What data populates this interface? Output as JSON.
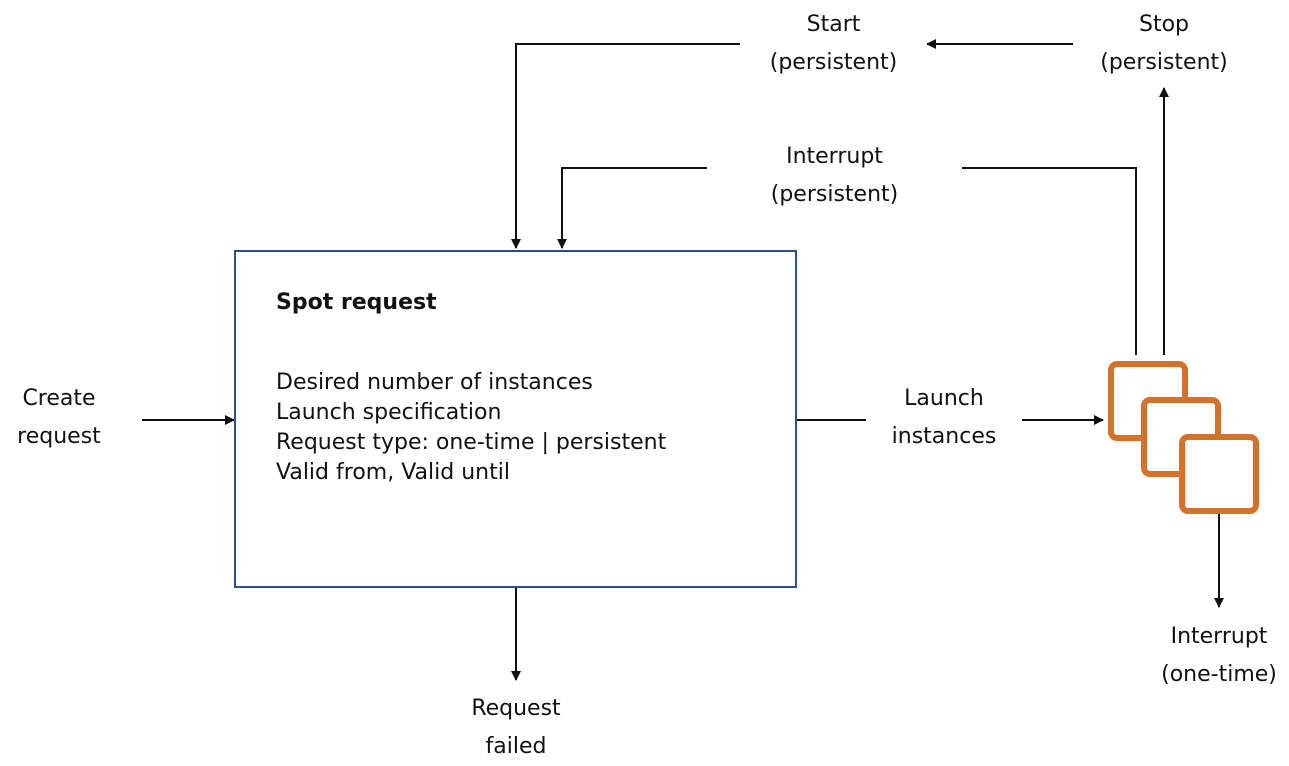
{
  "diagram": {
    "spot_request": {
      "title": "Spot request",
      "properties": [
        "Desired number of instances",
        "Launch specification",
        "Request type: one-time | persistent",
        "Valid from, Valid until"
      ]
    },
    "labels": {
      "create_request": [
        "Create",
        "request"
      ],
      "request_failed": [
        "Request",
        "failed"
      ],
      "launch_instances": [
        "Launch",
        "instances"
      ],
      "start_persistent": [
        "Start",
        "(persistent)"
      ],
      "stop_persistent": [
        "Stop",
        "(persistent)"
      ],
      "interrupt_persistent": [
        "Interrupt",
        "(persistent)"
      ],
      "interrupt_one_time": [
        "Interrupt",
        "(one-time)"
      ]
    },
    "colors": {
      "box_border": "#2e4f8f",
      "instance_icon": "#d4712a",
      "arrow": "#111111"
    },
    "icons": [
      "stacked-instances-icon"
    ]
  }
}
